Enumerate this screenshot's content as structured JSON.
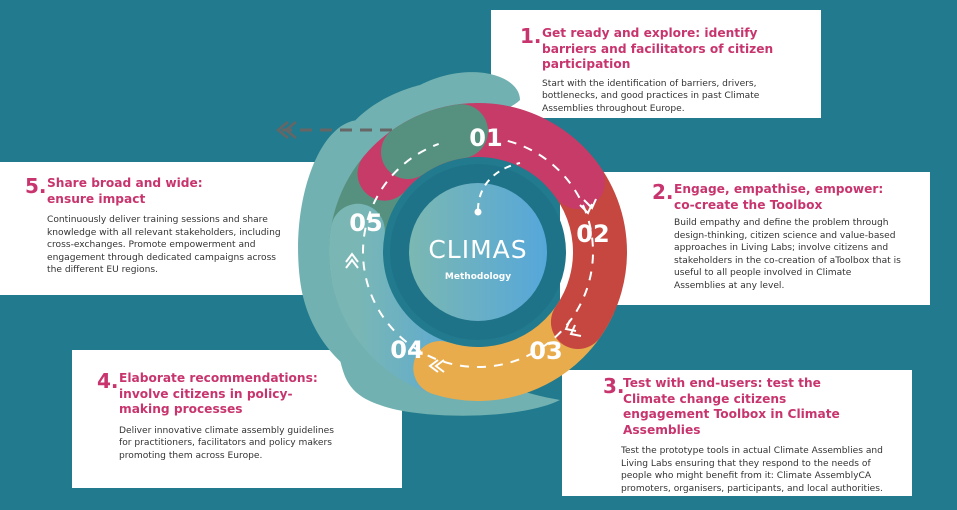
{
  "center": {
    "title": "CLIMAS",
    "subtitle": "Methodology"
  },
  "ring_labels": [
    "01",
    "02",
    "03",
    "04",
    "05"
  ],
  "steps": [
    {
      "number": "1.",
      "title": "Get ready and explore: identify barriers and facilitators of citizen participation",
      "text": "Start with the identification of barriers, drivers, bottlenecks, and good practices in past Climate Assemblies throughout Europe."
    },
    {
      "number": "2.",
      "title": "Engage, empathise, empower: co-create the Toolbox",
      "text": "Build empathy and define the problem through design-thinking, citizen science and value-based approaches in Living Labs; involve citizens and stakeholders in the co-creation of aToolbox that is useful to all people involved in Climate Assemblies at any level."
    },
    {
      "number": "3.",
      "title": "Test with end-users: test the Climate change citizens engagement Toolbox in Climate Assemblies",
      "text": "Test the prototype tools in actual Climate Assemblies and Living Labs ensuring that they respond to the needs of people who might benefit from it: Climate AssemblyCA promoters, organisers, participants, and local authorities."
    },
    {
      "number": "4.",
      "title": "Elaborate recommendations: involve citizens in policy-making processes",
      "text": "Deliver innovative climate assembly guidelines for practitioners, facilitators and policy makers promoting them across Europe."
    },
    {
      "number": "5.",
      "title": "Share broad and wide: ensure impact",
      "text": "Continuously deliver training sessions and share knowledge with all relevant stakeholders, including cross-exchanges. Promote empowerment and engagement through dedicated campaigns across the different EU regions."
    }
  ],
  "colors": {
    "background": "#217a8d",
    "accent": "#c8356e",
    "step1": "#c63b68",
    "step2": "#c5473f",
    "step3": "#e8ac4c",
    "step4": "#5ea9cf",
    "step5": "#56917f",
    "blob": "#72b1b1"
  }
}
